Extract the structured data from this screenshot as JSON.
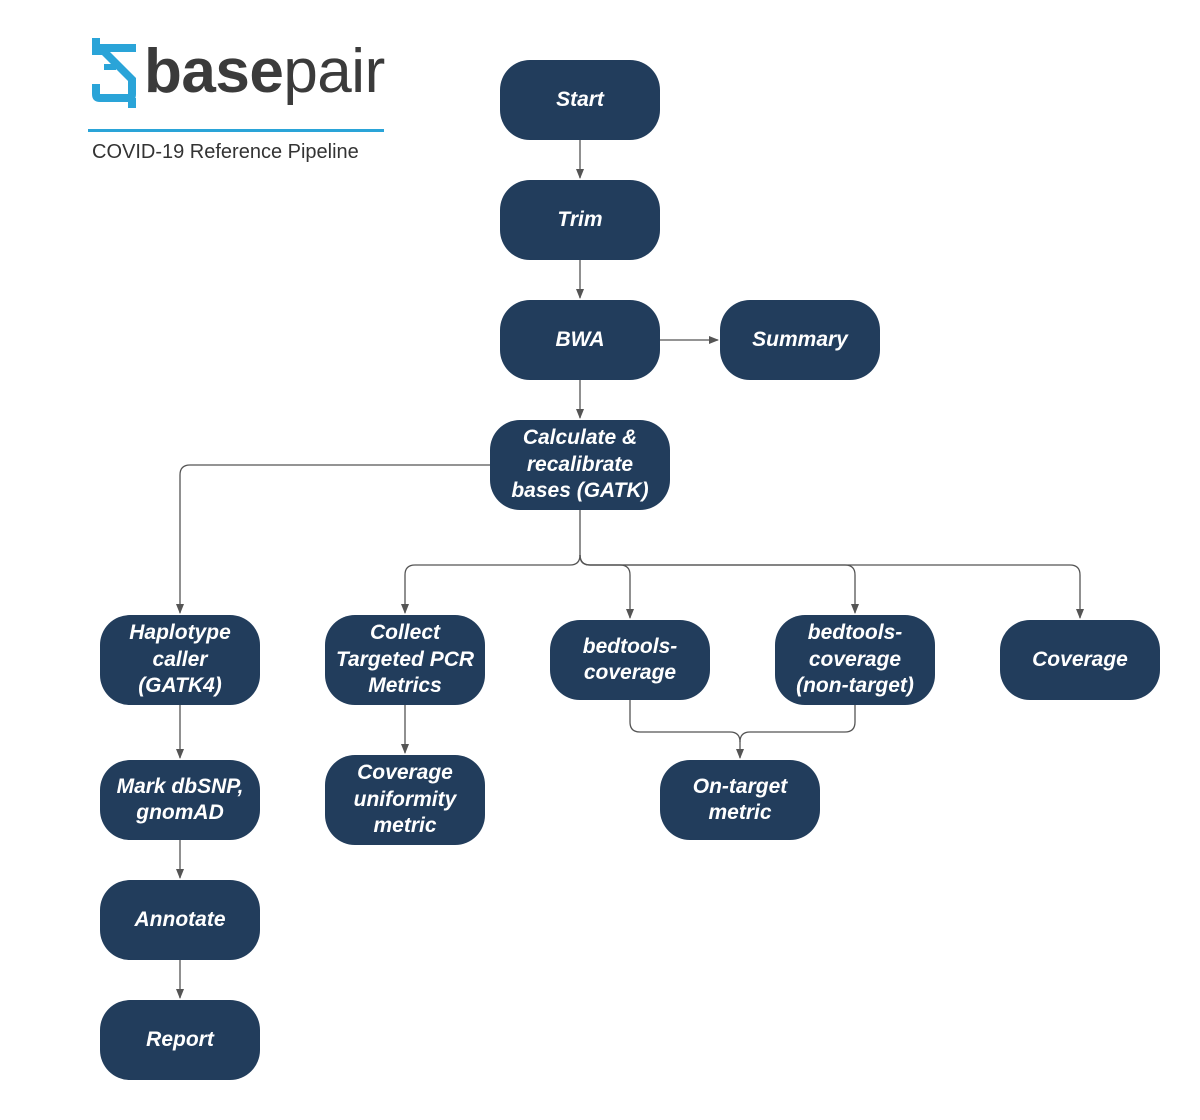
{
  "brand": {
    "name_bold": "base",
    "name_regular": "pair",
    "subtitle": "COVID-19 Reference Pipeline",
    "icon": "dna-helix-icon",
    "accent_color": "#2aa4d8"
  },
  "colors": {
    "node_fill": "#223d5c",
    "node_text": "#ffffff",
    "connector": "#555555"
  },
  "nodes": {
    "start": "Start",
    "trim": "Trim",
    "bwa": "BWA",
    "summary": "Summary",
    "calc": [
      "Calculate &",
      "recalibrate",
      "bases (GATK)"
    ],
    "haplotype": [
      "Haplotype",
      "caller",
      "(GATK4)"
    ],
    "collect": [
      "Collect",
      "Targeted PCR",
      "Metrics"
    ],
    "bedtools": [
      "bedtools-",
      "coverage"
    ],
    "bedtools_nt": [
      "bedtools-",
      "coverage",
      "(non-target)"
    ],
    "coverage": "Coverage",
    "mark": [
      "Mark dbSNP,",
      "gnomAD"
    ],
    "uniformity": [
      "Coverage",
      "uniformity",
      "metric"
    ],
    "ontarget": [
      "On-target",
      "metric"
    ],
    "annotate": "Annotate",
    "report": "Report"
  },
  "edges": [
    [
      "start",
      "trim"
    ],
    [
      "trim",
      "bwa"
    ],
    [
      "bwa",
      "summary"
    ],
    [
      "bwa",
      "calc"
    ],
    [
      "calc",
      "haplotype"
    ],
    [
      "calc",
      "collect"
    ],
    [
      "calc",
      "bedtools"
    ],
    [
      "calc",
      "bedtools_nt"
    ],
    [
      "calc",
      "coverage"
    ],
    [
      "haplotype",
      "mark"
    ],
    [
      "mark",
      "annotate"
    ],
    [
      "annotate",
      "report"
    ],
    [
      "collect",
      "uniformity"
    ],
    [
      "bedtools",
      "ontarget"
    ],
    [
      "bedtools_nt",
      "ontarget"
    ]
  ]
}
